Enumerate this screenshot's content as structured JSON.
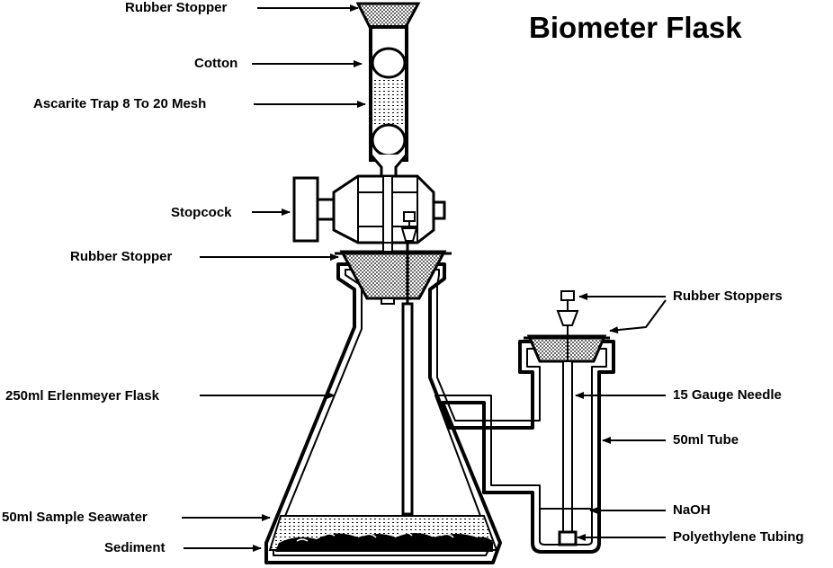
{
  "title": "Biometer Flask",
  "labels": {
    "rubber_stopper_top": "Rubber Stopper",
    "cotton": "Cotton",
    "ascarite_trap": "Ascarite Trap 8 To 20 Mesh",
    "stopcock": "Stopcock",
    "rubber_stopper_flask": "Rubber Stopper",
    "erlenmeyer_flask": "250ml Erlenmeyer Flask",
    "sample_seawater": "50ml Sample Seawater",
    "sediment": "Sediment",
    "rubber_stoppers": "Rubber Stoppers",
    "gauge_needle": "15 Gauge Needle",
    "tube": "50ml Tube",
    "naoh": "NaOH",
    "polyethylene_tubing": "Polyethylene Tubing"
  },
  "colors": {
    "ink": "#000000",
    "background": "#ffffff"
  }
}
